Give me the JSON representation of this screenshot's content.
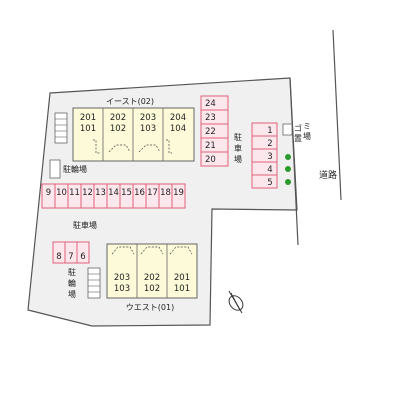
{
  "colors": {
    "site": "#f0f0f0",
    "building": "#fcfad8",
    "parking": "#fce8ec",
    "parking_border": "#e0607a",
    "tree": "#2a9a2a"
  },
  "buildings": {
    "east": {
      "name": "イースト(02)",
      "units": [
        {
          "upper": "201",
          "lower": "101"
        },
        {
          "upper": "202",
          "lower": "102"
        },
        {
          "upper": "203",
          "lower": "103"
        },
        {
          "upper": "204",
          "lower": "104"
        }
      ]
    },
    "west": {
      "name": "ウエスト(01)",
      "units": [
        {
          "upper": "203",
          "lower": "103"
        },
        {
          "upper": "202",
          "lower": "102"
        },
        {
          "upper": "201",
          "lower": "101"
        }
      ]
    }
  },
  "parking": {
    "center_column": [
      "24",
      "23",
      "22",
      "21",
      "20"
    ],
    "center_label": [
      "駐",
      "車",
      "場"
    ],
    "right_column": [
      "1",
      "2",
      "3",
      "4",
      "5"
    ],
    "middle_row": [
      "9",
      "10",
      "11",
      "12",
      "13",
      "14",
      "15",
      "16",
      "17",
      "18",
      "19"
    ],
    "middle_label": "駐車場",
    "bottom_row": [
      "8",
      "7",
      "6"
    ]
  },
  "facilities": {
    "bike_upper": "駐輪場",
    "bike_lower": [
      "駐",
      "輪",
      "場"
    ],
    "garbage": [
      "ゴ",
      "ミ",
      "置",
      "場"
    ]
  },
  "road_label": "道路",
  "north_symbol": "north-arrow-icon"
}
